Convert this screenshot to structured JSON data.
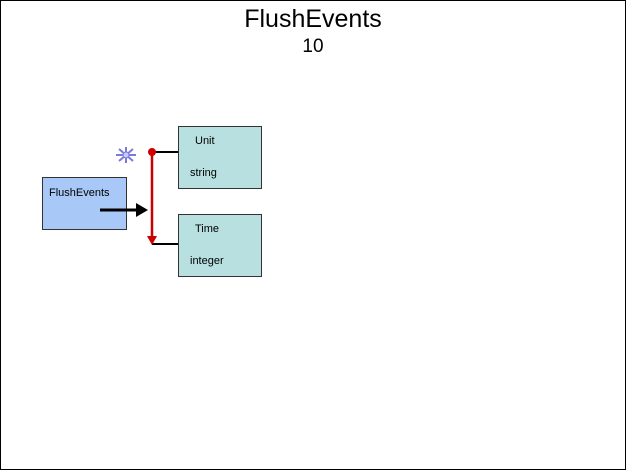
{
  "diagram": {
    "title": "FlushEvents",
    "subtitle": "10",
    "source_node": {
      "label": "FlushEvents"
    },
    "fields": [
      {
        "name": "Unit",
        "type": "string"
      },
      {
        "name": "Time",
        "type": "integer"
      }
    ],
    "icons": {
      "decorator": "asterisk-icon"
    },
    "colors": {
      "source_fill": "#a8c8f8",
      "field_fill": "#b8e0e0",
      "sequence_arrow": "#cc0000",
      "connector": "#000000"
    }
  }
}
